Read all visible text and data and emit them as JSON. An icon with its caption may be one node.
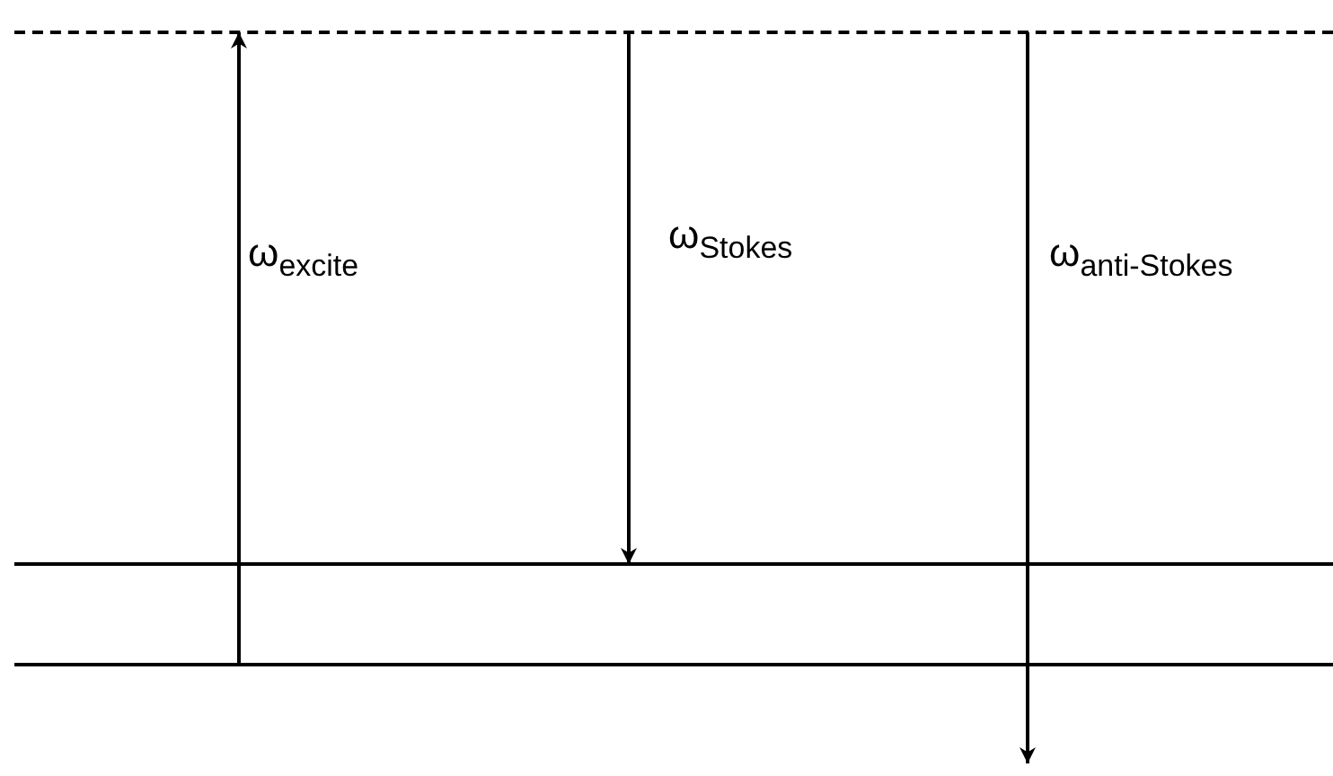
{
  "diagram": {
    "nodes": [
      {
        "text": [],
        "shape": "line"
      },
      {
        "text": [],
        "shape": "line"
      },
      {
        "text": [],
        "shape": "line"
      }
    ],
    "edges": [
      {
        "from": 2,
        "to": 0,
        "arrow": "to",
        "label": "ω$_{excite}$"
      },
      {
        "from": 0,
        "to": 1,
        "arrow": "to",
        "label": "ω$_{Stokes}$"
      },
      {
        "from": 0,
        "to": null,
        "arrow": "to",
        "label": "ω$_{anti-Stokes}$"
      }
    ]
  }
}
